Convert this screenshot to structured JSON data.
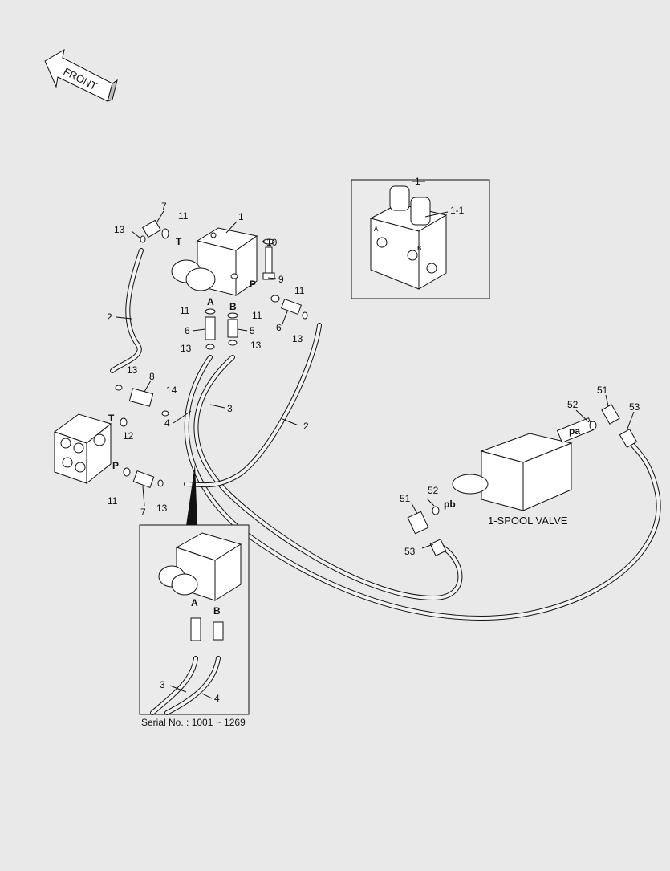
{
  "front_badge": "FRONT",
  "serial_note": "Serial No. : 1001 ~ 1269",
  "spool_valve_label": "1-SPOOL VALVE",
  "callouts": {
    "c1_top": "1",
    "c1_inset": "1",
    "c1_1": "1-1",
    "c2_left": "2",
    "c2_right": "2",
    "c3_main": "3",
    "c3_inset": "3",
    "c4_main": "4",
    "c4_inset": "4",
    "c5": "5",
    "c6_left": "6",
    "c6_right": "6",
    "c7_top": "7",
    "c7_bottom": "7",
    "c8": "8",
    "c9": "9",
    "c10": "10",
    "c11_top": "11",
    "c11_a": "11",
    "c11_b": "11",
    "c11_p": "11",
    "c11_bottom": "11",
    "c12": "12",
    "c13_top": "13",
    "c13_mid": "13",
    "c13_a": "13",
    "c13_b": "13",
    "c13_right": "13",
    "c13_bottom": "13",
    "c14": "14",
    "c51_left": "51",
    "c51_right": "51",
    "c52_left": "52",
    "c52_right": "52",
    "c53_left": "53",
    "c53_right": "53"
  },
  "ports": {
    "t_top": "T",
    "p_top": "P",
    "a_top": "A",
    "b_top": "B",
    "t_left": "T",
    "p_left": "P",
    "a_inset": "A",
    "b_inset": "B",
    "pa": "pa",
    "pb": "pb"
  }
}
